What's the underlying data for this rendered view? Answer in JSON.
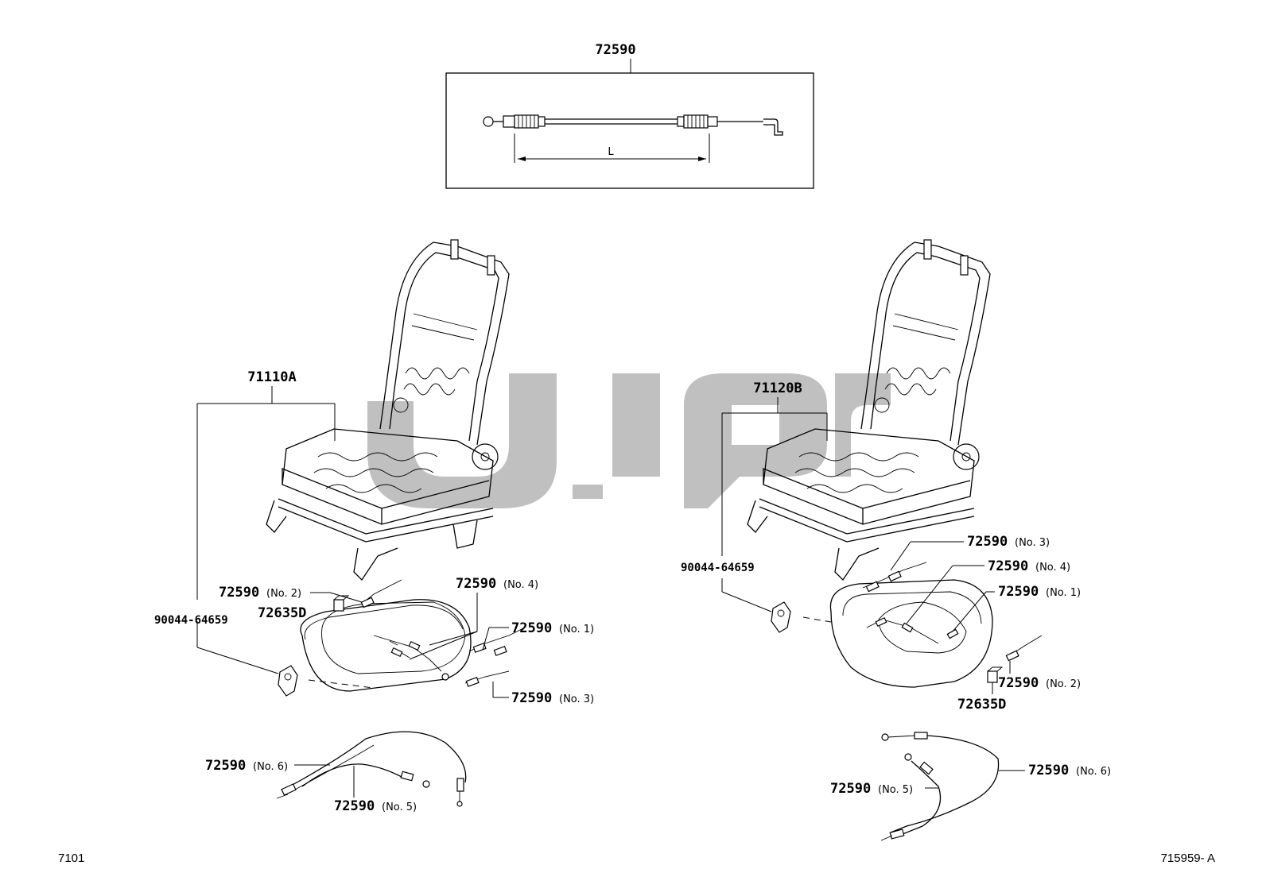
{
  "inset": {
    "part_number": "72590",
    "dimension_label": "L"
  },
  "left_assembly": {
    "frame_number": "71110A",
    "clip_part": "90044-64659",
    "cap_part": "72635D",
    "cable_callouts": [
      {
        "number": "72590",
        "qualifier": "(No. 2)"
      },
      {
        "number": "72590",
        "qualifier": "(No. 4)"
      },
      {
        "number": "72590",
        "qualifier": "(No. 1)"
      },
      {
        "number": "72590",
        "qualifier": "(No. 3)"
      },
      {
        "number": "72590",
        "qualifier": "(No. 6)"
      },
      {
        "number": "72590",
        "qualifier": "(No. 5)"
      }
    ]
  },
  "right_assembly": {
    "frame_number": "71120B",
    "clip_part": "90044-64659",
    "cap_part": "72635D",
    "cable_callouts": [
      {
        "number": "72590",
        "qualifier": "(No. 3)"
      },
      {
        "number": "72590",
        "qualifier": "(No. 4)"
      },
      {
        "number": "72590",
        "qualifier": "(No. 1)"
      },
      {
        "number": "72590",
        "qualifier": "(No. 2)"
      },
      {
        "number": "72590",
        "qualifier": "(No. 6)"
      },
      {
        "number": "72590",
        "qualifier": "(No. 5)"
      }
    ]
  },
  "footer": {
    "page_code": "7101",
    "figure_code": "715959- A"
  }
}
